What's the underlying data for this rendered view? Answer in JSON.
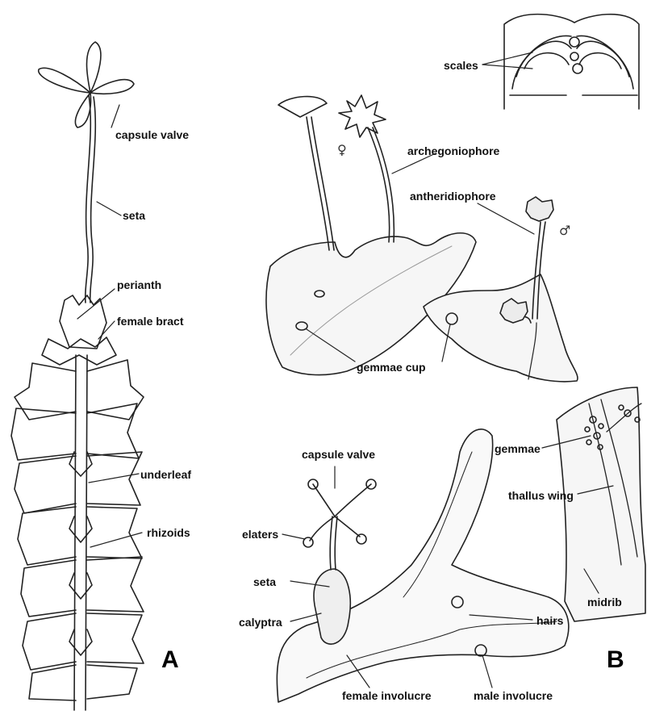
{
  "panels": {
    "a": "A",
    "b": "B"
  },
  "symbols": {
    "female": "♀",
    "male": "♂"
  },
  "labels": {
    "capsule_valve_a": "capsule valve",
    "seta_a": "seta",
    "perianth": "perianth",
    "female_bract": "female bract",
    "underleaf": "underleaf",
    "rhizoids": "rhizoids",
    "scales": "scales",
    "archegoniophore": "archegoniophore",
    "antheridiophore": "antheridiophore",
    "gemmae_cup": "gemmae cup",
    "gemmae": "gemmae",
    "thallus_wing": "thallus wing",
    "midrib": "midrib",
    "capsule_valve_b": "capsule valve",
    "elaters": "elaters",
    "seta_b": "seta",
    "hairs": "hairs",
    "calyptra": "calyptra",
    "female_involucre": "female involucre",
    "male_involucre": "male involucre"
  }
}
